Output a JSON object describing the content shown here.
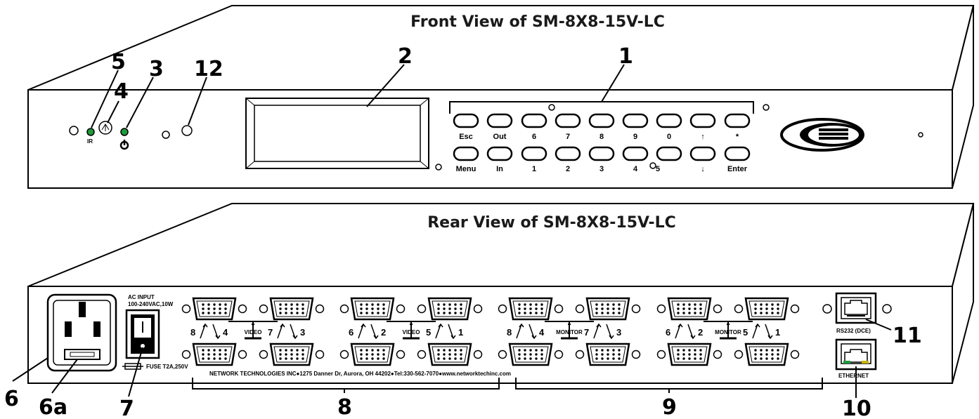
{
  "front": {
    "title": "Front View of SM-8X8-15V-LC",
    "ir_label": "IR",
    "keys_top": [
      "Esc",
      "Out",
      "6",
      "7",
      "8",
      "9",
      "0",
      "↑",
      "*"
    ],
    "keys_bottom": [
      "Menu",
      "In",
      "1",
      "2",
      "3",
      "4",
      "5",
      "↓",
      "Enter"
    ]
  },
  "rear": {
    "title": "Rear View of SM-8X8-15V-LC",
    "ac_input": "AC INPUT",
    "ac_rating": "100-240VAC,10W",
    "fuse": "FUSE T2A,250V",
    "rs232": "RS232 (DCE)",
    "ethernet": "ETHERNET",
    "video_label": "VIDEO",
    "monitor_label": "MONITOR",
    "port_groups": [
      {
        "left": "8",
        "right": "4"
      },
      {
        "left": "7",
        "right": "3"
      },
      {
        "left": "6",
        "right": "2"
      },
      {
        "left": "5",
        "right": "1"
      },
      {
        "left": "8",
        "right": "4"
      },
      {
        "left": "7",
        "right": "3"
      },
      {
        "left": "6",
        "right": "2"
      },
      {
        "left": "5",
        "right": "1"
      }
    ],
    "address": "NETWORK TECHNOLOGIES INC●1275 Danner Dr, Aurora, OH 44202●Tel:330-562-7070●www.networktechinc.com"
  },
  "callouts": {
    "c1": "1",
    "c2": "2",
    "c3": "3",
    "c4": "4",
    "c5": "5",
    "c6": "6",
    "c6a": "6a",
    "c7": "7",
    "c8": "8",
    "c9": "9",
    "c10": "10",
    "c11": "11",
    "c12": "12"
  },
  "colors": {
    "led": "#1e9a3a",
    "outline": "#000000",
    "panel": "#ffffff"
  }
}
